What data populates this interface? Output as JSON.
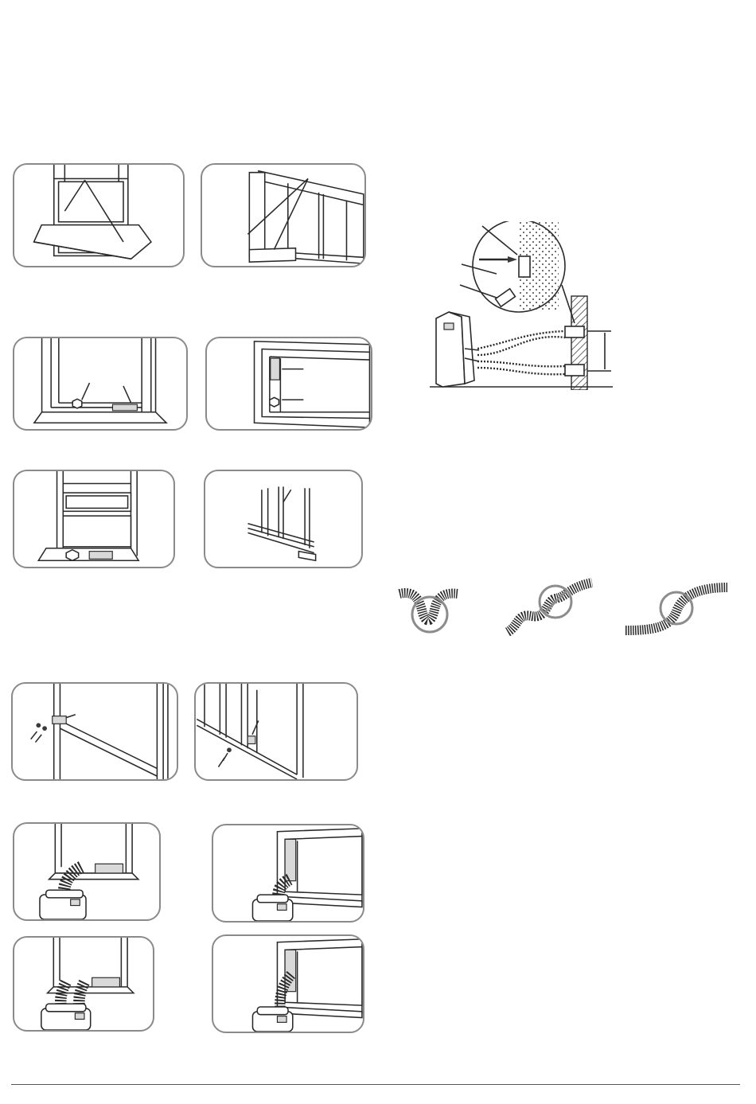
{
  "page": {
    "accent_color": "#8a8a8a",
    "line_color": "#2a2a2a",
    "highlight_color": "#d9d9d9",
    "warning_ring_color": "#8c8c8c"
  },
  "figures": [
    {
      "id": "sash-window-vertical",
      "icon": "vertical-sash-window-icon"
    },
    {
      "id": "sliding-window-horizontal",
      "icon": "horizontal-sliding-window-icon"
    },
    {
      "id": "foam-seal-vertical",
      "icon": "foam-seal-vertical-icon"
    },
    {
      "id": "foam-seal-horizontal",
      "icon": "foam-seal-horizontal-icon"
    },
    {
      "id": "window-kit-vertical",
      "icon": "window-kit-vertical-icon"
    },
    {
      "id": "window-kit-horizontal",
      "icon": "window-kit-horizontal-icon"
    },
    {
      "id": "wall-installation",
      "icon": "wall-installation-icon"
    },
    {
      "id": "hose-bend-wrong",
      "icon": "hose-kinked-icon"
    },
    {
      "id": "hose-twist-wrong",
      "icon": "hose-twisted-icon"
    },
    {
      "id": "hose-curve",
      "icon": "hose-curve-icon"
    },
    {
      "id": "screw-vertical",
      "icon": "screw-vertical-window-icon"
    },
    {
      "id": "screw-horizontal",
      "icon": "screw-horizontal-window-icon"
    },
    {
      "id": "single-hose-vertical",
      "icon": "single-hose-vertical-icon"
    },
    {
      "id": "single-hose-horizontal",
      "icon": "single-hose-horizontal-icon"
    },
    {
      "id": "dual-hose-vertical",
      "icon": "dual-hose-vertical-icon"
    },
    {
      "id": "dual-hose-horizontal",
      "icon": "dual-hose-horizontal-icon"
    }
  ]
}
